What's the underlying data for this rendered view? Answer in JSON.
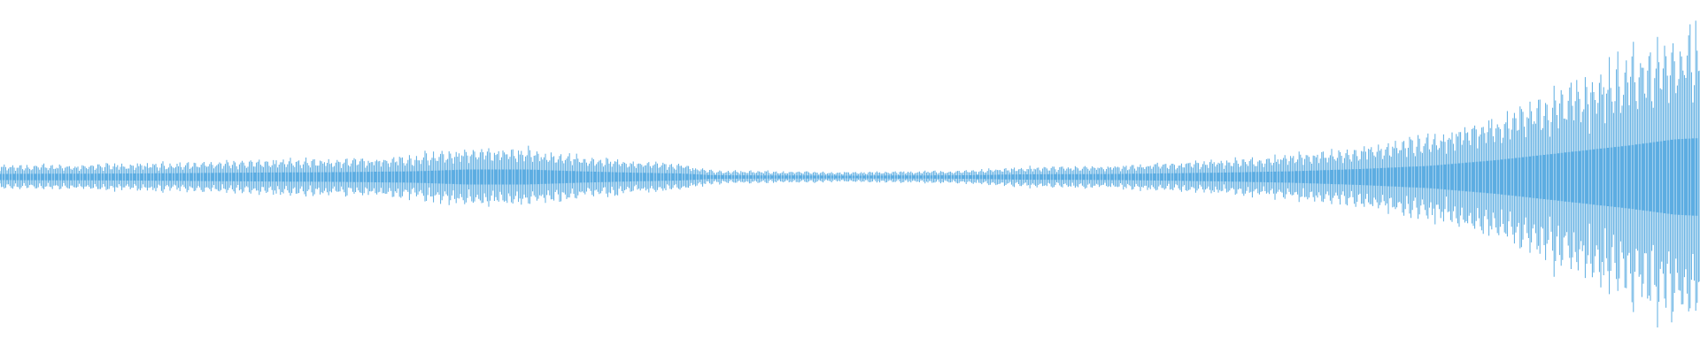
{
  "waveform": {
    "color": "#5dade2",
    "background": "#ffffff",
    "envelope": [
      [
        0.0,
        0.07
      ],
      [
        0.08,
        0.08
      ],
      [
        0.15,
        0.1
      ],
      [
        0.2,
        0.11
      ],
      [
        0.245,
        0.13
      ],
      [
        0.275,
        0.17
      ],
      [
        0.31,
        0.17
      ],
      [
        0.34,
        0.13
      ],
      [
        0.37,
        0.1
      ],
      [
        0.4,
        0.08
      ],
      [
        0.42,
        0.04
      ],
      [
        0.5,
        0.03
      ],
      [
        0.57,
        0.04
      ],
      [
        0.6,
        0.06
      ],
      [
        0.66,
        0.07
      ],
      [
        0.72,
        0.1
      ],
      [
        0.76,
        0.13
      ],
      [
        0.8,
        0.18
      ],
      [
        0.84,
        0.25
      ],
      [
        0.88,
        0.38
      ],
      [
        0.92,
        0.55
      ],
      [
        0.96,
        0.72
      ],
      [
        0.985,
        0.85
      ],
      [
        1.0,
        0.88
      ]
    ]
  }
}
